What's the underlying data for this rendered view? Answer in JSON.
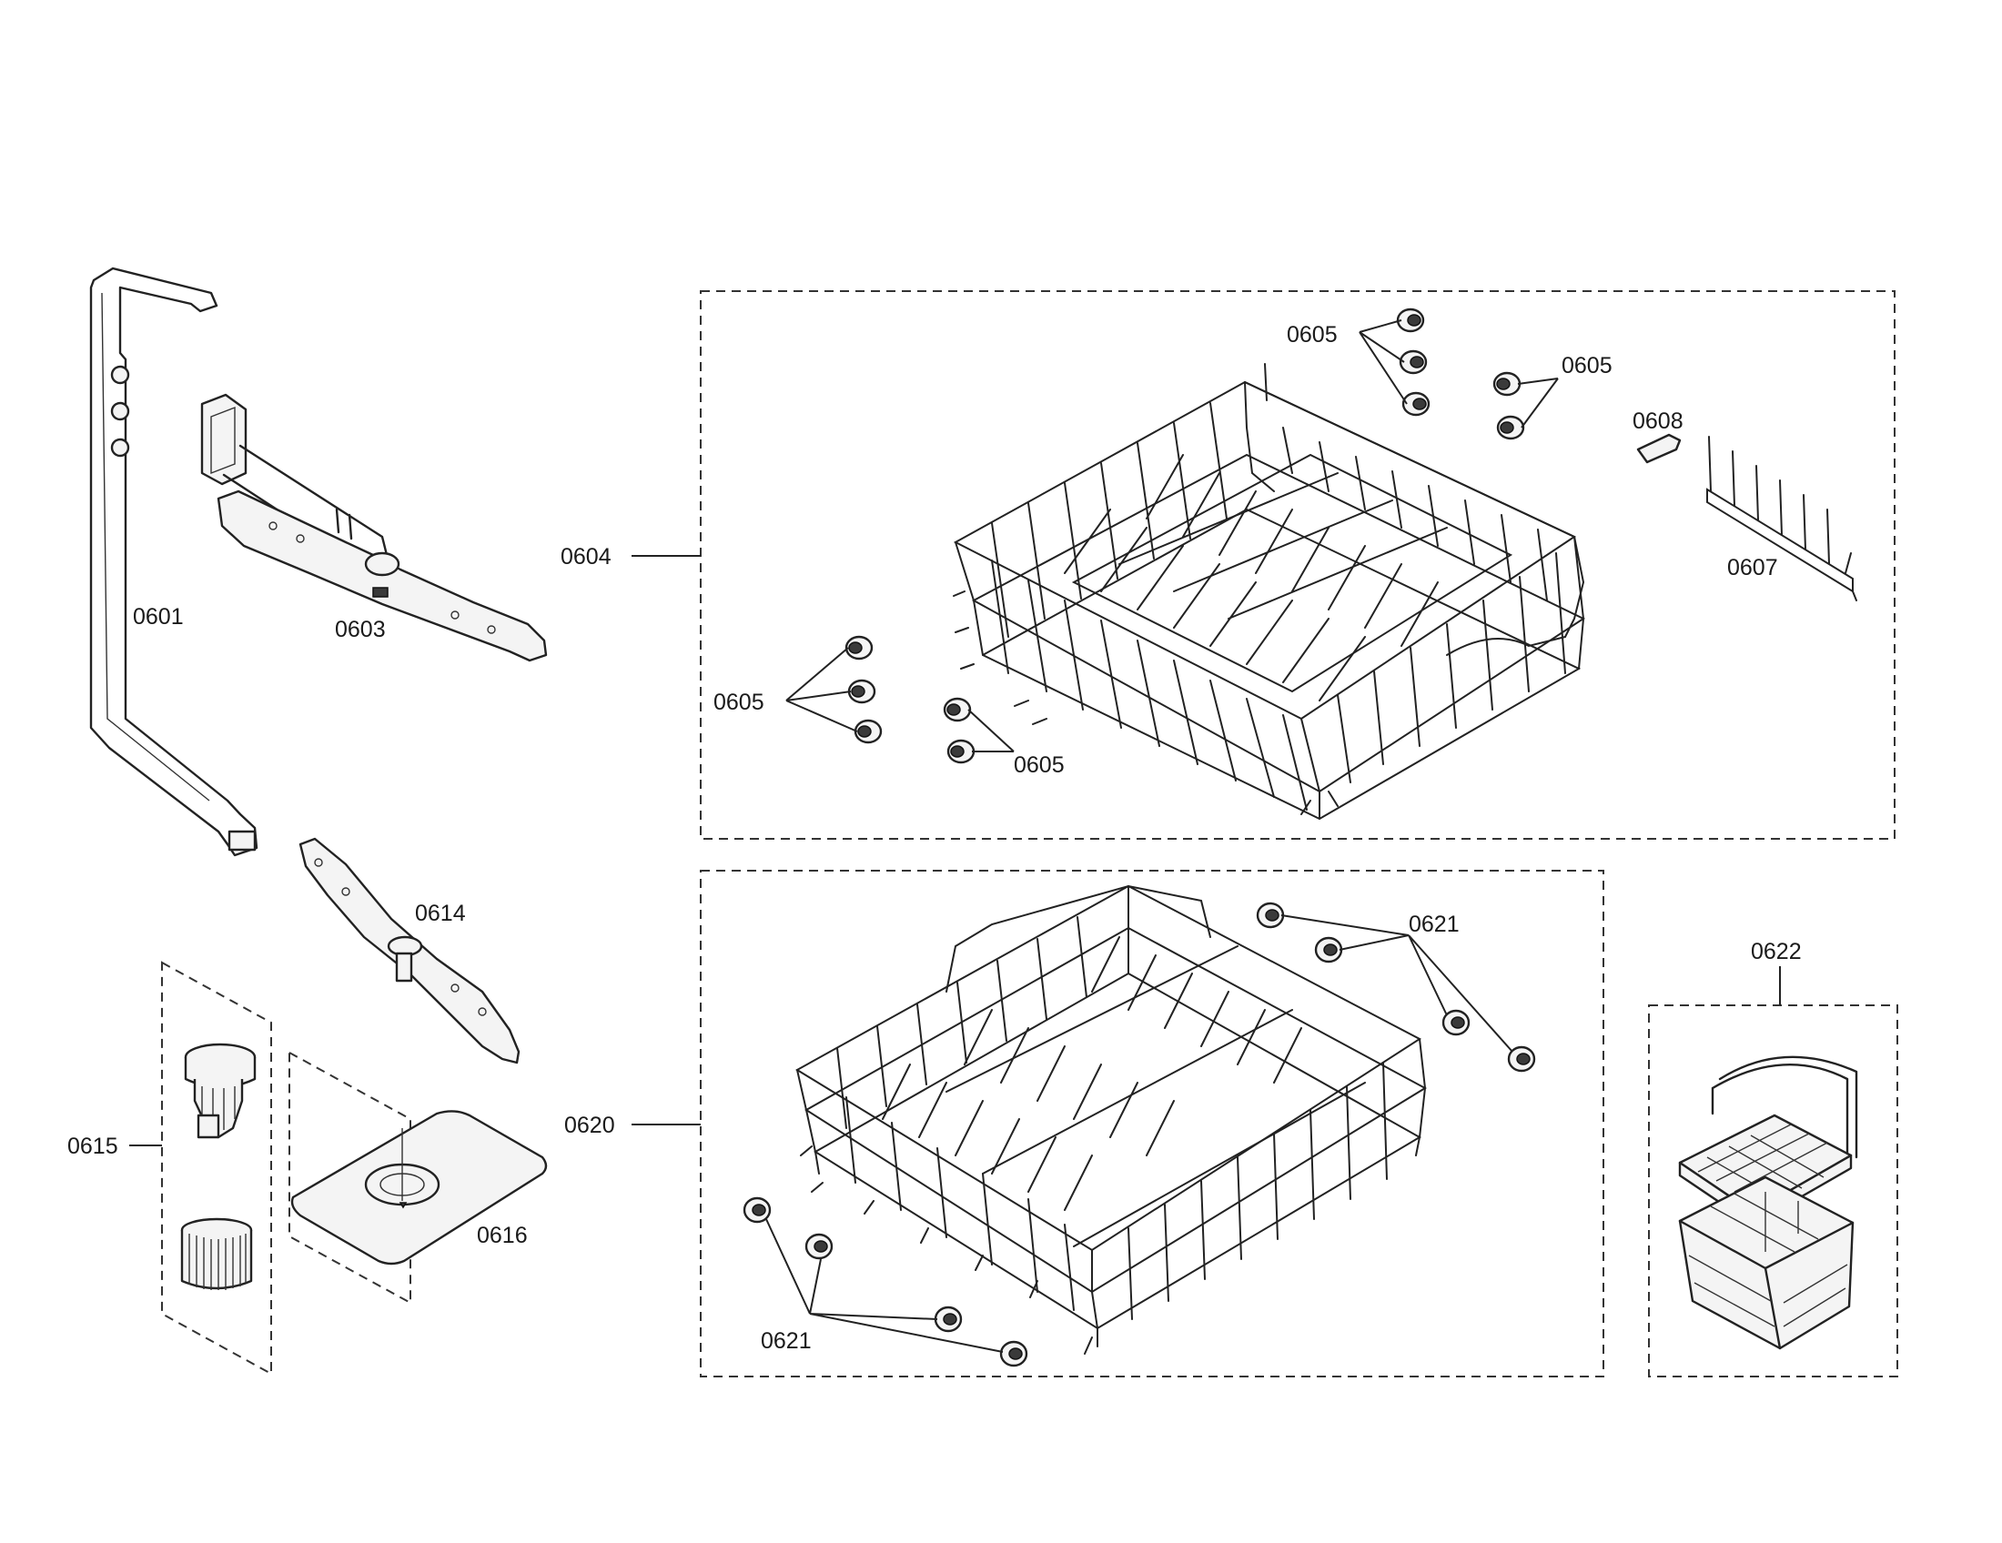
{
  "labels": {
    "p0601": "0601",
    "p0603": "0603",
    "p0604": "0604",
    "p0605a": "0605",
    "p0605b": "0605",
    "p0605c": "0605",
    "p0605d": "0605",
    "p0607": "0607",
    "p0608": "0608",
    "p0614": "0614",
    "p0615": "0615",
    "p0616": "0616",
    "p0620": "0620",
    "p0621a": "0621",
    "p0621b": "0621",
    "p0622": "0622"
  },
  "colors": {
    "line": "#222222",
    "background": "#ffffff"
  }
}
